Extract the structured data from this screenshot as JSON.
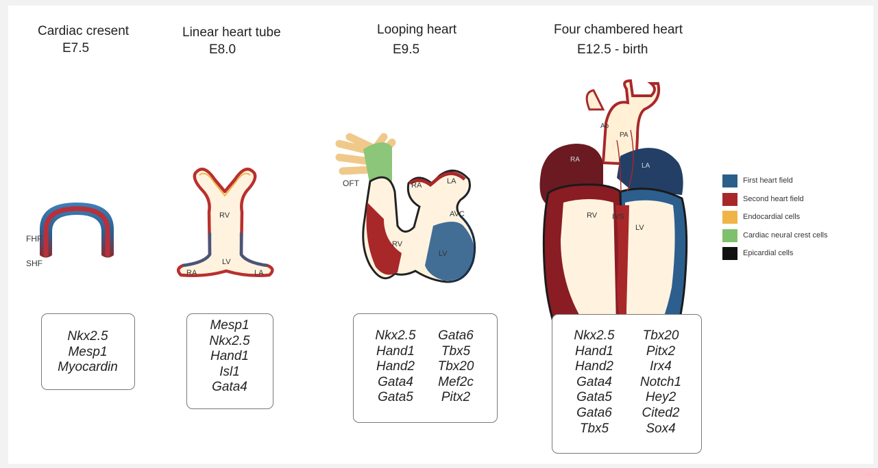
{
  "stages": [
    {
      "title": "Cardiac cresent",
      "subtitle": "E7.5",
      "genes": [
        [
          "Nkx2.5",
          "Mesp1",
          "Myocardin"
        ]
      ]
    },
    {
      "title": "Linear heart tube",
      "subtitle": "E8.0",
      "genes": [
        [
          "Mesp1",
          "Nkx2.5",
          "Hand1",
          "Isl1",
          "Gata4"
        ]
      ]
    },
    {
      "title": "Looping heart",
      "subtitle": "E9.5",
      "genes": [
        [
          "Nkx2.5",
          "Hand1",
          "Hand2",
          "Gata4",
          "Gata5"
        ],
        [
          "Gata6",
          "Tbx5",
          "Tbx20",
          "Mef2c",
          "Pitx2"
        ]
      ]
    },
    {
      "title": "Four chambered heart",
      "subtitle": "E12.5 - birth",
      "genes": [
        [
          "Nkx2.5",
          "Hand1",
          "Hand2",
          "Gata4",
          "Gata5",
          "Gata6",
          "Tbx5"
        ],
        [
          "Tbx20",
          "Pitx2",
          "Irx4",
          "Notch1",
          "Hey2",
          "Cited2",
          "Sox4"
        ]
      ]
    }
  ],
  "diagram_labels": {
    "crescent": {
      "fhf": "FHF",
      "shf": "SHF"
    },
    "tube": {
      "rv": "RV",
      "lv": "LV",
      "ra": "RA",
      "la": "LA"
    },
    "looping": {
      "oft": "OFT",
      "ra": "RA",
      "la": "LA",
      "avc": "AVC",
      "rv": "RV",
      "lv": "LV"
    },
    "four": {
      "ao": "Ao",
      "pa": "PA",
      "ra": "RA",
      "la": "LA",
      "rv": "RV",
      "ivs": "IVS",
      "lv": "LV"
    }
  },
  "legend": [
    {
      "label": "First heart field",
      "color": "#2a5f8a"
    },
    {
      "label": "Second heart field",
      "color": "#a8282a"
    },
    {
      "label": "Endocardial cells",
      "color": "#f0b446"
    },
    {
      "label": "Cardiac neural crest cells",
      "color": "#7fc06d"
    },
    {
      "label": "Epicardial cells",
      "color": "#111111"
    }
  ]
}
